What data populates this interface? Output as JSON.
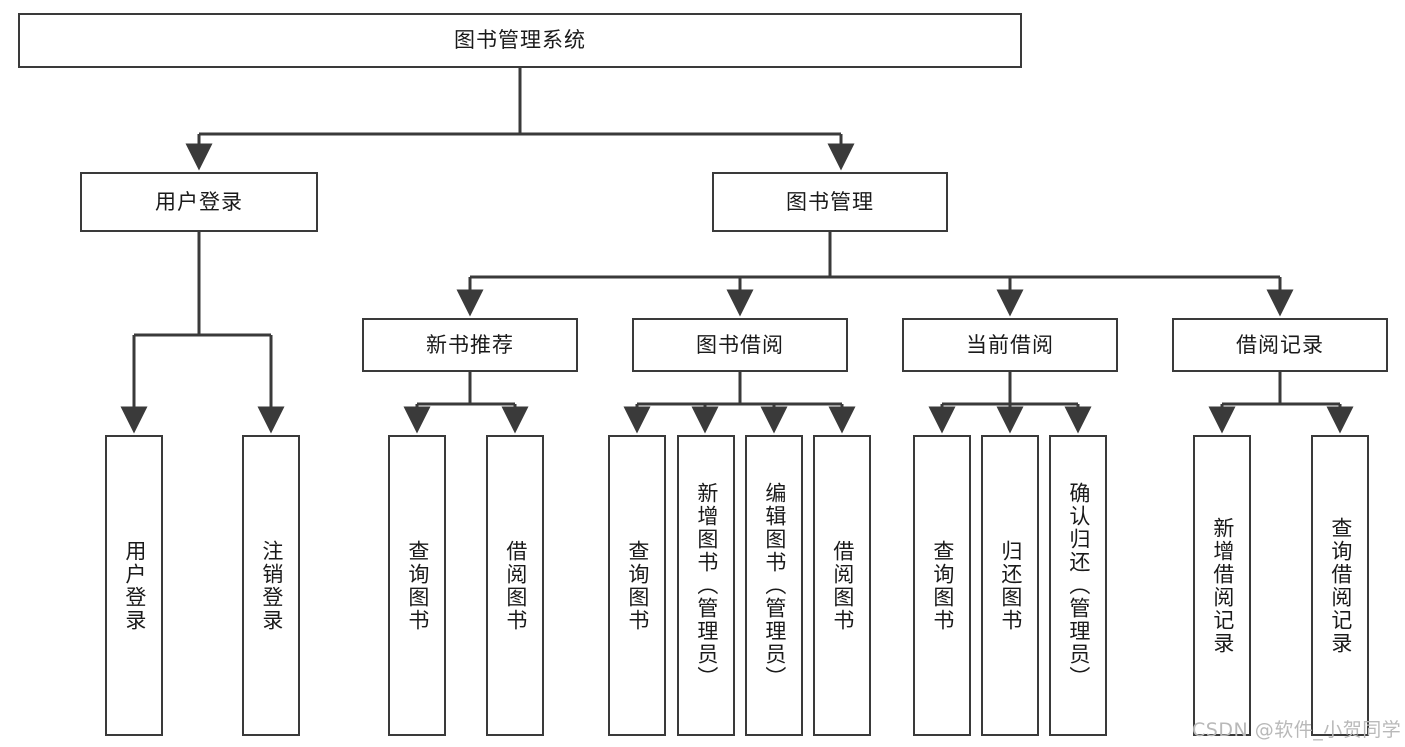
{
  "diagram": {
    "title": "图书管理系统",
    "type": "tree-structure-chart",
    "watermark": "CSDN @软件_小贺同学",
    "line_color": "#3a3a3a",
    "box_fill": "#ffffff",
    "text_color": "#1a1a1a",
    "watermark_color": "#b9b9b9"
  },
  "nodes": {
    "root": {
      "label": "图书管理系统"
    },
    "level2": [
      {
        "id": "user-login",
        "label": "用户登录"
      },
      {
        "id": "book-manage",
        "label": "图书管理"
      }
    ],
    "level3": [
      {
        "id": "new-book-recommend",
        "label": "新书推荐"
      },
      {
        "id": "book-borrow",
        "label": "图书借阅"
      },
      {
        "id": "current-borrow",
        "label": "当前借阅"
      },
      {
        "id": "borrow-record",
        "label": "借阅记录"
      }
    ],
    "leaves": [
      {
        "id": "leaf-user-login",
        "label": "用户登录",
        "parent": "user-login"
      },
      {
        "id": "leaf-user-logout",
        "label": "注销登录",
        "parent": "user-login"
      },
      {
        "id": "leaf-query-book-1",
        "label": "查询图书",
        "parent": "new-book-recommend"
      },
      {
        "id": "leaf-borrow-book-1",
        "label": "借阅图书",
        "parent": "new-book-recommend"
      },
      {
        "id": "leaf-query-book-2",
        "label": "查询图书",
        "parent": "book-borrow"
      },
      {
        "id": "leaf-add-book",
        "label": "新增图书（管理员）",
        "parent": "book-borrow"
      },
      {
        "id": "leaf-edit-book",
        "label": "编辑图书（管理员）",
        "parent": "book-borrow"
      },
      {
        "id": "leaf-borrow-book-2",
        "label": "借阅图书",
        "parent": "book-borrow"
      },
      {
        "id": "leaf-query-book-3",
        "label": "查询图书",
        "parent": "current-borrow"
      },
      {
        "id": "leaf-return-book",
        "label": "归还图书",
        "parent": "current-borrow"
      },
      {
        "id": "leaf-confirm-return",
        "label": "确认归还（管理员）",
        "parent": "current-borrow"
      },
      {
        "id": "leaf-add-record",
        "label": "新增借阅记录",
        "parent": "borrow-record"
      },
      {
        "id": "leaf-query-record",
        "label": "查询借阅记录",
        "parent": "borrow-record"
      }
    ]
  }
}
